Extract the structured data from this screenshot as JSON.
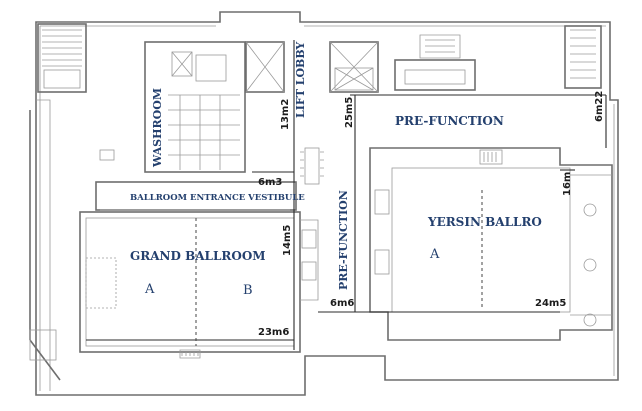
{
  "rooms": {
    "washroom": "WASHROOM",
    "lift_lobby": "LIFT LOBBY",
    "pre_function_top": "PRE-FUNCTION",
    "pre_function_side": "PRE-FUNCTION",
    "vestibule": "BALLROOM ENTRANCE VESTIBULE",
    "grand_ballroom": "GRAND BALLROOM",
    "yersin_ballroom": "YERSIN BALLRO"
  },
  "sections": {
    "grand_a": "A",
    "grand_b": "B",
    "yersin_a": "A"
  },
  "dimensions": {
    "d13m2": "13m2",
    "d25m5": "25m5",
    "d6m22": "6m22",
    "d6m3": "6m3",
    "d16m": "16m",
    "d14m5": "14m5",
    "d6m6": "6m6",
    "d24m5": "24m5",
    "d23m6": "23m6"
  }
}
